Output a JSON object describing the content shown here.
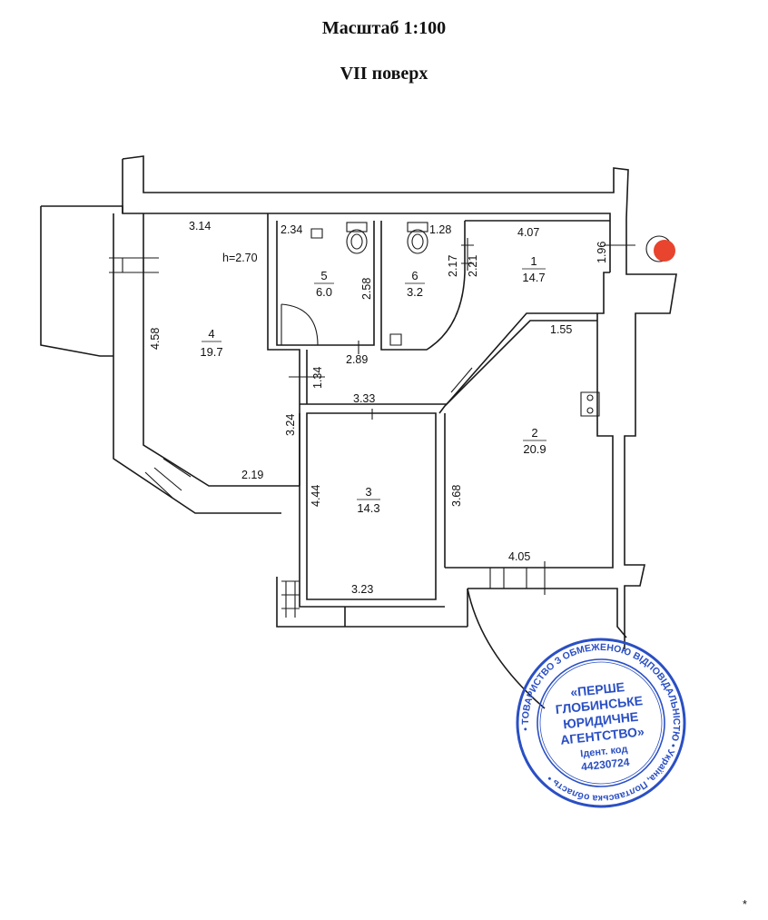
{
  "header": {
    "scale": "Масштаб  1:100",
    "floor": "VII поверх"
  },
  "ceiling_height": "h=2.70",
  "rooms": [
    {
      "number": "1",
      "area": "14.7"
    },
    {
      "number": "2",
      "area": "20.9"
    },
    {
      "number": "3",
      "area": "14.3"
    },
    {
      "number": "4",
      "area": "19.7"
    },
    {
      "number": "5",
      "area": "6.0"
    },
    {
      "number": "6",
      "area": "3.2"
    }
  ],
  "dimensions": {
    "r4_top": "3.14",
    "r4_left": "4.58",
    "r4_right": "3.24",
    "r4_bottom": "2.19",
    "r5_top": "2.34",
    "r5_right": "2.58",
    "r6_top": "1.28",
    "r6_left": "2.17",
    "r6_right": "2.21",
    "r1_top": "4.07",
    "r1_right": "1.96",
    "hall_bottom": "2.89",
    "hall_side": "1.34",
    "r3_top": "3.33",
    "r3_left": "4.44",
    "r3_bottom": "3.23",
    "r2_top": "1.55",
    "r2_left": "3.68",
    "r2_bottom": "4.05"
  },
  "stamp": {
    "ring_text": "• ТОВАРИСТВО З ОБМЕЖЕНОЮ ВІДПОВІДАЛЬНІСТЮ • Україна, Полтавська область •",
    "line1": "«ПЕРШЕ",
    "line2": "ГЛОБИНСЬКЕ",
    "line3": "ЮРИДИЧНЕ",
    "line4": "АГЕНТСТВО»",
    "line5": "Ідент. код",
    "line6": "44230724",
    "color": "#2a4fc4"
  },
  "marker_color": "#e8442e",
  "stray_mark": "*"
}
